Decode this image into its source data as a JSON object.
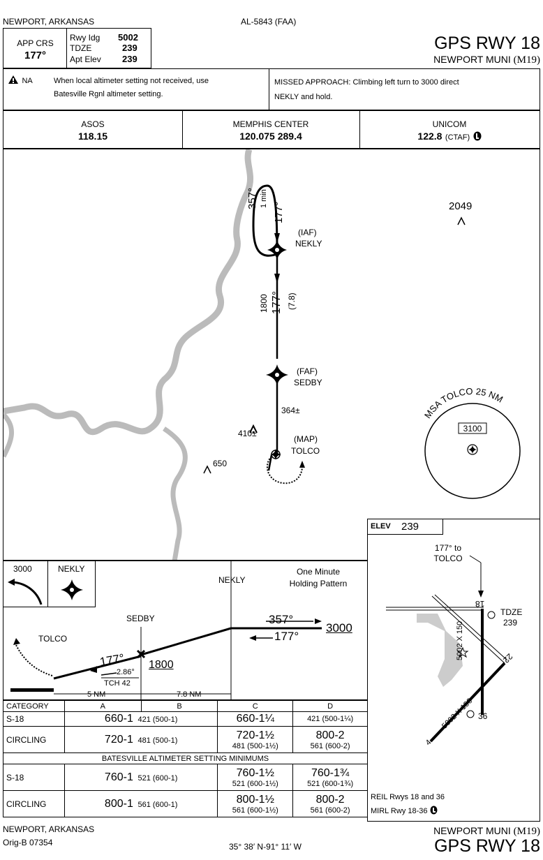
{
  "header": {
    "location": "NEWPORT, ARKANSAS",
    "chart_id": "AL-5843 (FAA)",
    "app_crs_label": "APP CRS",
    "app_crs_value": "177°",
    "rwy_ldg_label": "Rwy Idg",
    "rwy_ldg_value": "5002",
    "tdze_label": "TDZE",
    "tdze_value": "239",
    "apt_elev_label": "Apt Elev",
    "apt_elev_value": "239",
    "title": "GPS RWY 18",
    "airport": "NEWPORT MUNI",
    "airport_id": "(M19)"
  },
  "notes": {
    "na_label": "NA",
    "altimeter_note_1": "When local altimeter setting not received, use",
    "altimeter_note_2": "Batesville Rgnl altimeter setting.",
    "missed_1": "MISSED APPROACH:  Climbing left turn to 3000 direct",
    "missed_2": "NEKLY and hold."
  },
  "comms": {
    "asos_label": "ASOS",
    "asos_freq": "118.15",
    "center_label": "MEMPHIS CENTER",
    "center_freq": "120.075  289.4",
    "unicom_label": "UNICOM",
    "unicom_freq": "122.8",
    "ctaf": "(CTAF)"
  },
  "planview": {
    "holding_out": "357°",
    "holding_time": "1 min",
    "holding_in": "177°",
    "iaf_label": "(IAF)",
    "iaf_name": "NEKLY",
    "seg_alt": "1800",
    "seg_crs": "177°",
    "seg_dist": "(7.8)",
    "faf_label": "(FAF)",
    "faf_name": "SEDBY",
    "map_label": "(MAP)",
    "map_name": "TOLCO",
    "obst_364": "364±",
    "obst_410": "410±",
    "obst_650": "650",
    "obst_2049": "2049",
    "msa_label": "MSA TOLCO 25 NM",
    "msa_alt": "3100"
  },
  "airport_diagram": {
    "elev_label": "ELEV",
    "elev_value": "239",
    "crs_note_1": "177° to",
    "crs_note_2": "TOLCO",
    "rwy18": "18",
    "rwy36": "36",
    "rwy22": "22",
    "rwy4": "4",
    "tdze_label": "TDZE",
    "tdze_value": "239",
    "dim1": "5002 X 150",
    "dim2": "5002 X 150",
    "lighting_1": "REIL Rwys 18 and 36",
    "lighting_2": "MIRL Rwy 18-36"
  },
  "profile": {
    "hold_alt": "3000",
    "hold_fix": "NEKLY",
    "nekly": "NEKLY",
    "one_min_1": "One Minute",
    "one_min_2": "Holding Pattern",
    "out_crs": "357°",
    "in_crs": "177°",
    "missed_alt": "3000",
    "sedby": "SEDBY",
    "tolco": "TOLCO",
    "final_crs": "177°",
    "fix_alt": "1800",
    "gs": "2.86°",
    "tch": "TCH 42",
    "dist1": "5 NM",
    "dist2": "7.8 NM"
  },
  "minimums": {
    "headers": [
      "CATEGORY",
      "A",
      "B",
      "C",
      "D"
    ],
    "s18": {
      "label": "S-18",
      "ab_main": "660-1",
      "ab_sub": "421 (500-1)",
      "c_main": "660-1¼",
      "d_sub": "421 (500-1¼)"
    },
    "circ": {
      "label": "CIRCLING",
      "ab_main": "720-1",
      "ab_sub": "481 (500-1)",
      "c_main": "720-1½",
      "c_sub": "481 (500-1½)",
      "d_main": "800-2",
      "d_sub": "561 (600-2)"
    },
    "batesville": "BATESVILLE ALTIMETER SETTING MINIMUMS",
    "s18b": {
      "label": "S-18",
      "ab_main": "760-1",
      "ab_sub": "521 (600-1)",
      "c_main": "760-1½",
      "c_sub": "521 (600-1½)",
      "d_main": "760-1¾",
      "d_sub": "521 (600-1¾)"
    },
    "circb": {
      "label": "CIRCLING",
      "ab_main": "800-1",
      "ab_sub": "561 (600-1)",
      "c_main": "800-1½",
      "c_sub": "561 (600-1½)",
      "d_main": "800-2",
      "d_sub": "561 (600-2)"
    }
  },
  "footer": {
    "location": "NEWPORT, ARKANSAS",
    "orig": "Orig-B  07354",
    "coords": "35° 38′ N-91° 11′ W",
    "airport": "NEWPORT MUNI",
    "airport_id": "(M19)",
    "title": "GPS RWY 18"
  }
}
